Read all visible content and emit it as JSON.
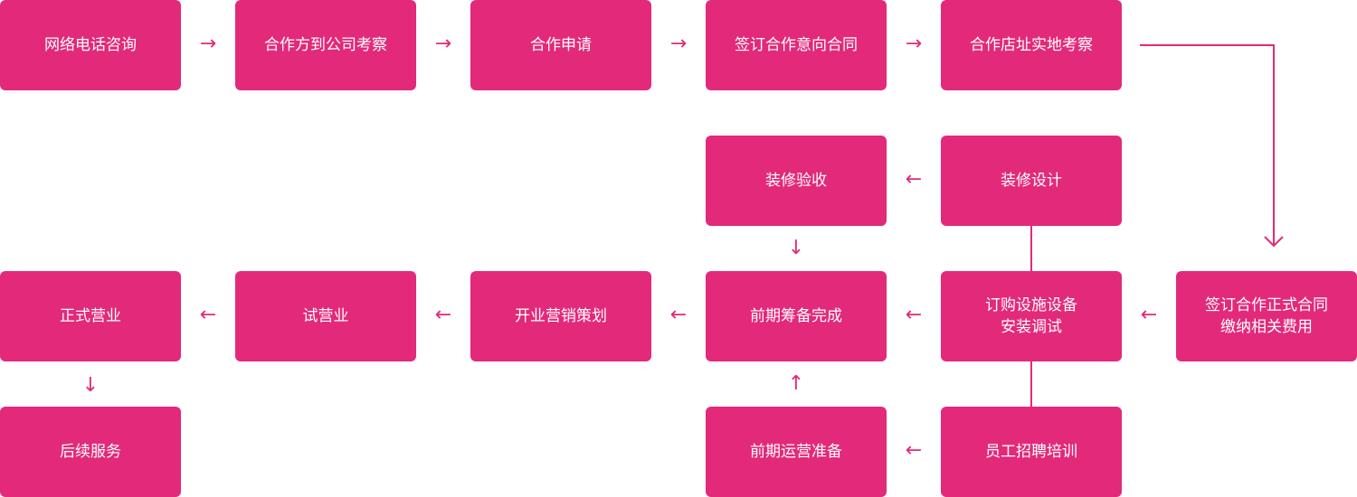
{
  "colors": {
    "box": "#e3297a",
    "arrow": "#e3297a",
    "text": "#ffffff",
    "background": "#ffffff"
  },
  "steps": {
    "s1": "网络电话咨询",
    "s2": "合作方到公司考察",
    "s3": "合作申请",
    "s4": "签订合作意向合同",
    "s5": "合作店址实地考察",
    "s6_line1": "签订合作正式合同",
    "s6_line2": "缴纳相关费用",
    "s7_line1": "订购设施设备",
    "s7_line2": "安装调试",
    "s8": "装修设计",
    "s9": "装修验收",
    "s10": "员工招聘培训",
    "s11": "前期运营准备",
    "s12": "前期筹备完成",
    "s13": "开业营销策划",
    "s14": "试营业",
    "s15": "正式营业",
    "s16": "后续服务"
  },
  "arrow_icons": {
    "right": "arrow-right-icon",
    "left": "arrow-left-icon",
    "down": "arrow-down-icon",
    "up": "arrow-up-icon"
  }
}
